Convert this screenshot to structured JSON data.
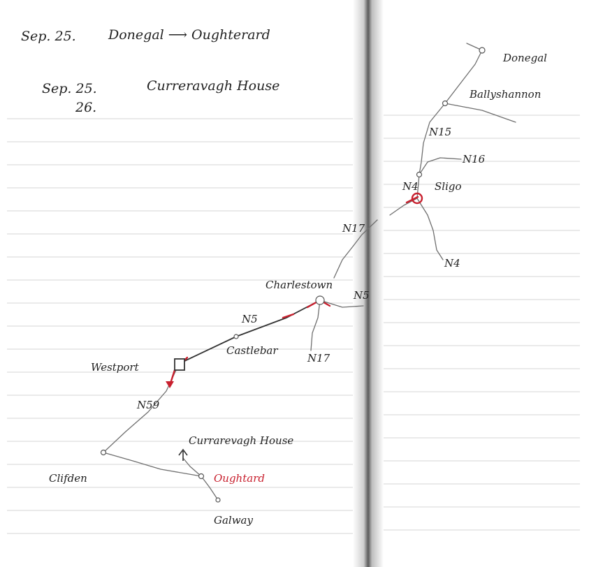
{
  "header": {
    "line1_date": "Sep. 25.",
    "line1_route": "Donegal ⟶ Oughterard",
    "line2_date_a": "Sep. 25.",
    "line2_date_b": "26.",
    "line2_stay": "Curreravagh House"
  },
  "places": {
    "donegal": "Donegal",
    "ballyshannon": "Ballyshannon",
    "sligo": "Sligo",
    "charlestown": "Charlestown",
    "castlebar": "Castlebar",
    "westport": "Westport",
    "clifden": "Clifden",
    "oughterard": "Oughtard",
    "galway": "Galway",
    "currarevagh": "Currarevagh House"
  },
  "roads": {
    "n15": "N15",
    "n16": "N16",
    "n4_north": "N4",
    "n4_south": "N4",
    "n17_north": "N17",
    "n17_south": "N17",
    "n5_east": "N5",
    "n5_west": "N5",
    "n59": "N59"
  },
  "colors": {
    "ink": "#222222",
    "road": "#6f6f6f",
    "accent_red": "#c8202e"
  }
}
